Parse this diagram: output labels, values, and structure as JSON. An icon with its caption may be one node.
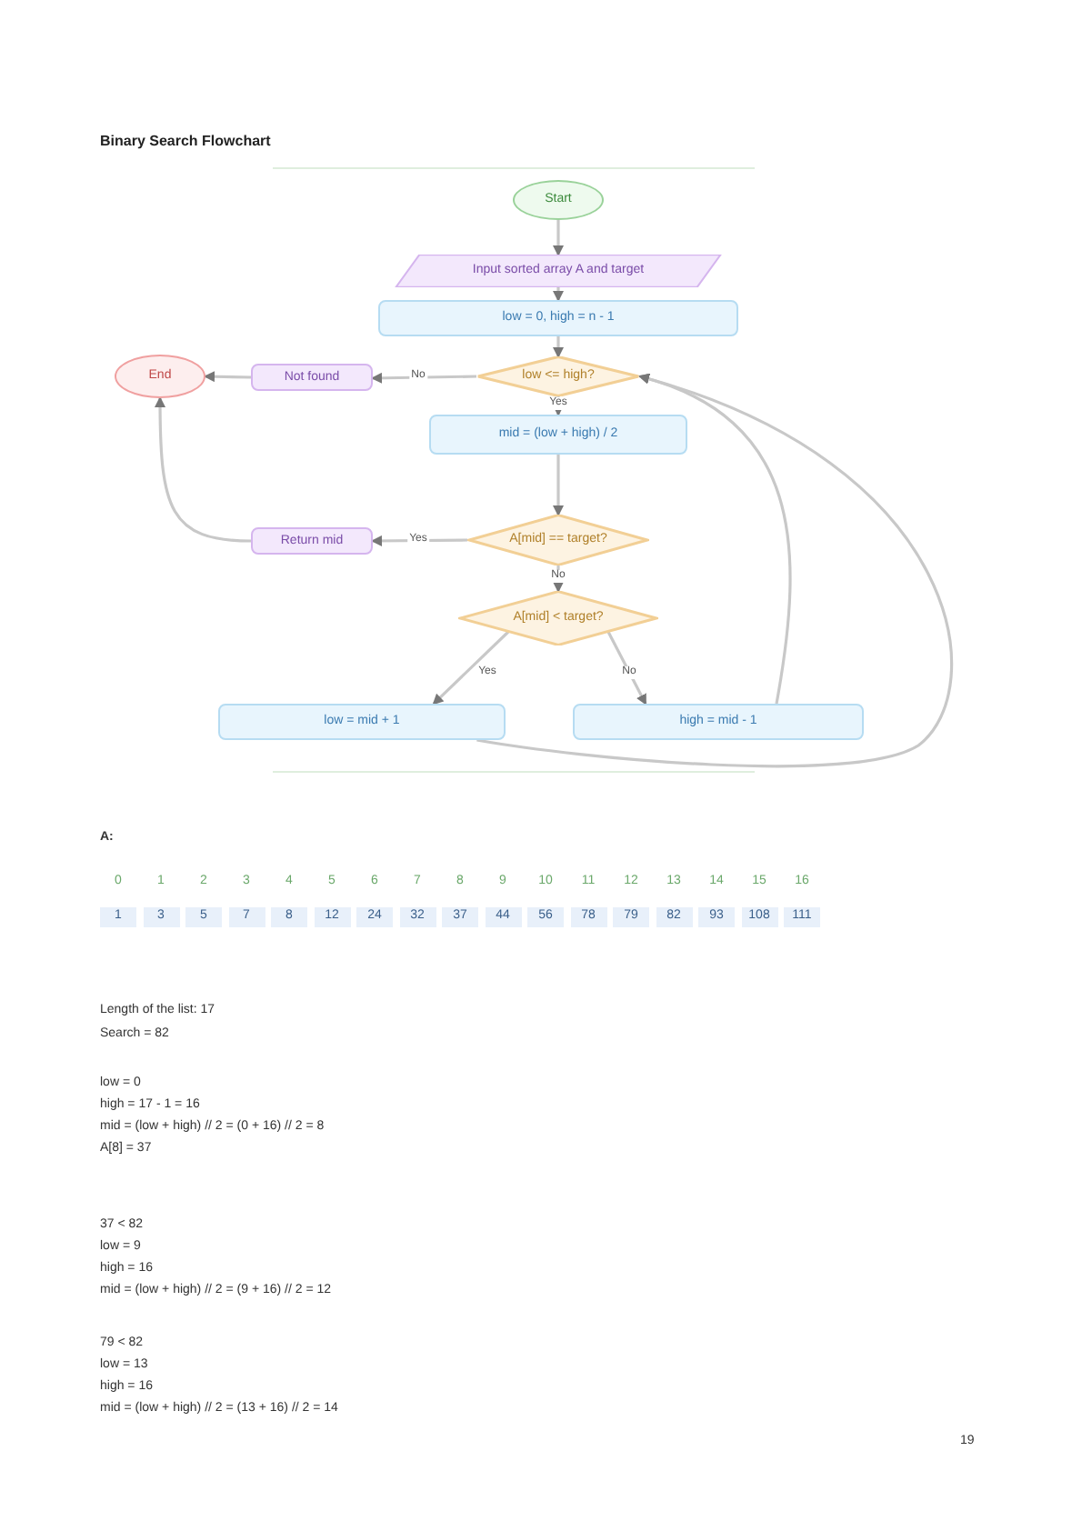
{
  "diagram": {
    "title": "Binary Search Flowchart",
    "nodes": [
      {
        "text": [
          "Start"
        ]
      },
      {
        "text": [
          "Input sorted array A and target"
        ]
      },
      {
        "text": [
          "low = 0, high = n - 1"
        ]
      },
      {
        "text": [
          "low <= high?"
        ]
      },
      {
        "text": [
          "Not found"
        ]
      },
      {
        "text": [
          "End"
        ]
      },
      {
        "text": [
          "mid = (low + high) / 2"
        ]
      },
      {
        "text": [
          "A[mid] == target?"
        ]
      },
      {
        "text": [
          "Return mid"
        ]
      },
      {
        "text": [
          "A[mid] < target?"
        ]
      },
      {
        "text": [
          "low = mid + 1"
        ]
      },
      {
        "text": [
          "high = mid - 1"
        ]
      }
    ],
    "edges": [
      {
        "from": 0,
        "to": 1,
        "arrow": "to"
      },
      {
        "from": 1,
        "to": 2,
        "arrow": "to"
      },
      {
        "from": 2,
        "to": 3,
        "arrow": "to"
      },
      {
        "from": 3,
        "to": 4,
        "arrow": "to",
        "label": "No"
      },
      {
        "from": 4,
        "to": 5,
        "arrow": "to"
      },
      {
        "from": 3,
        "to": 6,
        "arrow": "to",
        "label": "Yes"
      },
      {
        "from": 6,
        "to": 7,
        "arrow": "to"
      },
      {
        "from": 7,
        "to": 8,
        "arrow": "to",
        "label": "Yes"
      },
      {
        "from": 8,
        "to": 5,
        "arrow": "to"
      },
      {
        "from": 7,
        "to": 9,
        "arrow": "to",
        "label": "No"
      },
      {
        "from": 9,
        "to": 10,
        "arrow": "to",
        "label": "Yes"
      },
      {
        "from": 9,
        "to": 11,
        "arrow": "to",
        "label": "No"
      },
      {
        "from": 10,
        "to": 3,
        "arrow": "to"
      },
      {
        "from": 11,
        "to": 3,
        "arrow": "to"
      }
    ],
    "labels": [
      "A:",
      "0",
      "1",
      "2",
      "3",
      "4",
      "5",
      "6",
      "7",
      "8",
      "9",
      "10",
      "11",
      "12",
      "13",
      "14",
      "15",
      "16",
      "1",
      "3",
      "5",
      "7",
      "8",
      "12",
      "24",
      "32",
      "37",
      "44",
      "56",
      "78",
      "79",
      "82",
      "93",
      "108",
      "111",
      "Length of the list: 17",
      "Search = 82",
      "low = 0",
      "high = 17 - 1 = 16",
      "mid = (low + high) // 2 = (0 + 16) // 2 = 8",
      "A[8] = 37",
      "37 < 82",
      "low = 9",
      "high = 16",
      "mid = (low + high) // 2 = (9 + 16) // 2 = 12",
      "79 < 82",
      "low = 13",
      "high = 16",
      "mid = (low + high) // 2 = (13 + 16) // 2 = 14",
      "19"
    ]
  }
}
